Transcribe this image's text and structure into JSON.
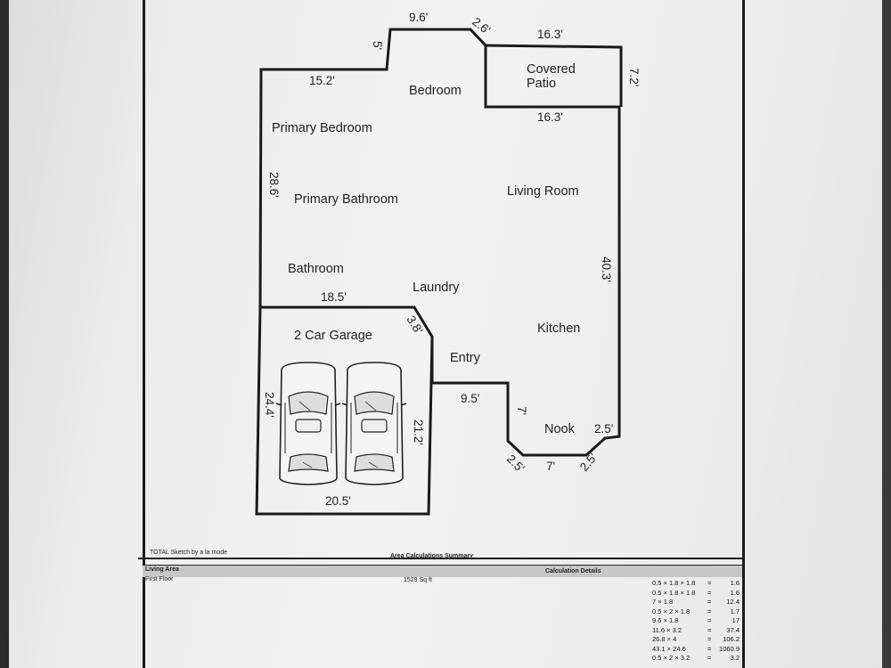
{
  "rooms": {
    "primary_bedroom": "Primary Bedroom",
    "bedroom": "Bedroom",
    "covered_patio_line1": "Covered",
    "covered_patio_line2": "Patio",
    "primary_bathroom": "Primary Bathroom",
    "living_room": "Living Room",
    "bathroom": "Bathroom",
    "laundry": "Laundry",
    "garage": "2 Car Garage",
    "kitchen": "Kitchen",
    "entry": "Entry",
    "nook": "Nook"
  },
  "dimensions": {
    "top_9_6": "9.6'",
    "diag_2_6": "2.6'",
    "patio_top": "16.3'",
    "left_5": "5'",
    "right_7_2": "7.2'",
    "left_top_15_2": "15.2'",
    "patio_bottom": "16.3'",
    "left_side_28_6": "28.6'",
    "right_side_40_3": "40.3'",
    "garage_top": "18.5'",
    "garage_diag": "3.8'",
    "garage_left": "24.4'",
    "garage_right": "21.2'",
    "garage_bottom": "20.5'",
    "entry_9_5": "9.5'",
    "nook_7_vert": "7'",
    "nook_2_5_right": "2.5'",
    "nook_2_5_diag_left": "2.5'",
    "nook_7_bottom": "7'",
    "nook_2_5_diag_right": "2.5'"
  },
  "footer": {
    "software": "TOTAL Sketch by a la mode",
    "summary_title": "Area Calculations Summary",
    "living_area": "Living Area",
    "calculation_details": "Calculation Details",
    "first_floor": "First Floor",
    "sqft": "1529 Sq ft",
    "calculations": [
      {
        "expr": "0.5 × 1.8 × 1.8",
        "result": "1.6"
      },
      {
        "expr": "0.5 × 1.8 × 1.8",
        "result": "1.6"
      },
      {
        "expr": "7 × 1.8",
        "result": "12.4"
      },
      {
        "expr": "0.5 × 2 × 1.8",
        "result": "1.7"
      },
      {
        "expr": "9.6 × 1.8",
        "result": "17"
      },
      {
        "expr": "11.6 × 3.2",
        "result": "37.4"
      },
      {
        "expr": "26.8 × 4",
        "result": "106.2"
      },
      {
        "expr": "43.1 × 24.6",
        "result": "1060.9"
      },
      {
        "expr": "0.5 × 2 × 3.2",
        "result": "3.2"
      }
    ]
  },
  "colors": {
    "line": "#1a1a1a",
    "paper": "#eeeeee",
    "header_bar": "#c7c7c7"
  },
  "icons": [
    "car-icon",
    "car-icon"
  ]
}
